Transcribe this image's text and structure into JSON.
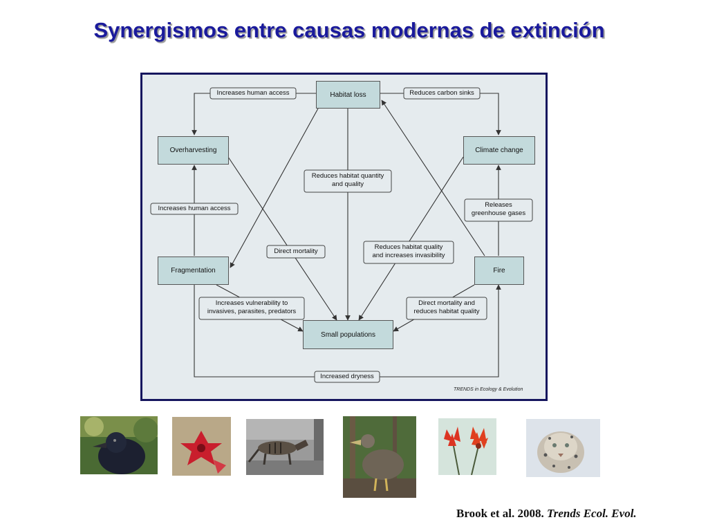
{
  "title": "Synergismos entre causas modernas de extinción",
  "diagram": {
    "nodes": {
      "habitat_loss": "Habitat loss",
      "overharvesting": "Overharvesting",
      "climate_change": "Climate change",
      "fragmentation": "Fragmentation",
      "fire": "Fire",
      "small_populations": "Small populations"
    },
    "labels": {
      "increases_access_top": "Increases human access",
      "reduces_carbon": "Reduces carbon sinks",
      "reduces_quantity_1": "Reduces habitat quantity",
      "reduces_quantity_2": "and quality",
      "increases_access_left": "Increases human access",
      "releases_1": "Releases",
      "releases_2": "greenhouse gases",
      "direct_mortality": "Direct mortality",
      "reduces_quality_1": "Reduces habitat quality",
      "reduces_quality_2": "and increases invasibility",
      "vulnerability_1": "Increases vulnerability to",
      "vulnerability_2": "invasives, parasites, predators",
      "direct_reduces_1": "Direct mortality and",
      "direct_reduces_2": "reduces habitat quality",
      "increased_dryness": "Increased dryness"
    },
    "credit": "TRENDS in Ecology & Evolution"
  },
  "photos": [
    {
      "subject": "crow",
      "colors": [
        "#3d5a2a",
        "#1d2233"
      ]
    },
    {
      "subject": "flower-on-cactus",
      "colors": [
        "#b9a88a",
        "#c22030"
      ]
    },
    {
      "subject": "thylacine",
      "colors": [
        "#8c8c8c",
        "#3e3e3e"
      ]
    },
    {
      "subject": "dodo",
      "colors": [
        "#4f6b3a",
        "#5a4e40"
      ]
    },
    {
      "subject": "red-flowers",
      "colors": [
        "#cfe0d8",
        "#d8321e"
      ]
    },
    {
      "subject": "snow-leopard",
      "colors": [
        "#d7dde6",
        "#b8b0a2"
      ]
    }
  ],
  "citation": {
    "authors": "Brook et al. 2008.",
    "journal": "Trends Ecol. Evol."
  },
  "colors": {
    "title": "#1a1a9c",
    "frame": "#16165e",
    "node_fill": "#c3dadc",
    "diagram_bg": "#e5ebee"
  }
}
